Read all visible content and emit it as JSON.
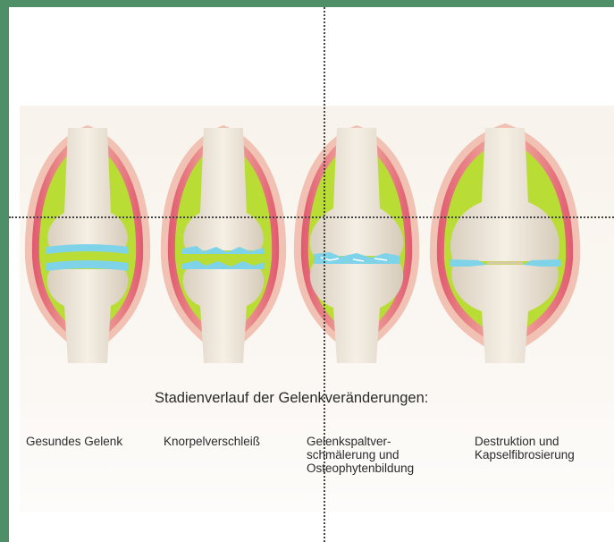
{
  "title": "Stadienverlauf der Gelenkveränderungen:",
  "stages": [
    {
      "label": "Gesundes Gelenk"
    },
    {
      "label": "Knorpelverschleiß"
    },
    {
      "label": "Gelenkspaltver-\nschmälerung und\nOsteophytenbildung"
    },
    {
      "label": "Destruktion und\nKapselfibrosierung"
    }
  ],
  "colors": {
    "background_border": "#4e8f68",
    "capsule": "#e2677a",
    "capsule_outer": "#f1c2b3",
    "synovial_fluid": "#b9dd35",
    "cartilage": "#7fd3e8",
    "bone": "#ece4d6"
  },
  "icons": [
    "healthy-joint-icon",
    "cartilage-wear-joint-icon",
    "joint-space-narrowing-joint-icon",
    "destruction-fibrosis-joint-icon"
  ]
}
